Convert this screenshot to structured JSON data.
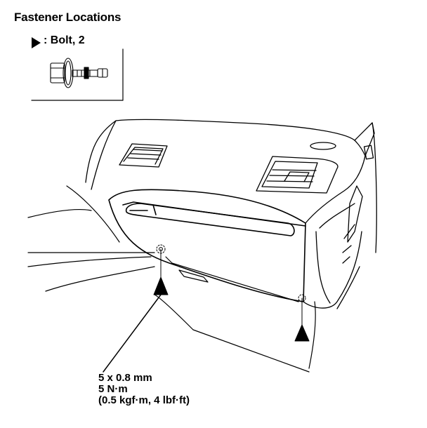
{
  "title": "Fastener Locations",
  "legend": {
    "marker_icon": "black-triangle-marker",
    "label": ": Bolt, 2"
  },
  "spec": {
    "line1": "5 x 0.8 mm",
    "line2": "5 N·m",
    "line3": "(0.5 kgf·m, 4 lbf·ft)"
  }
}
